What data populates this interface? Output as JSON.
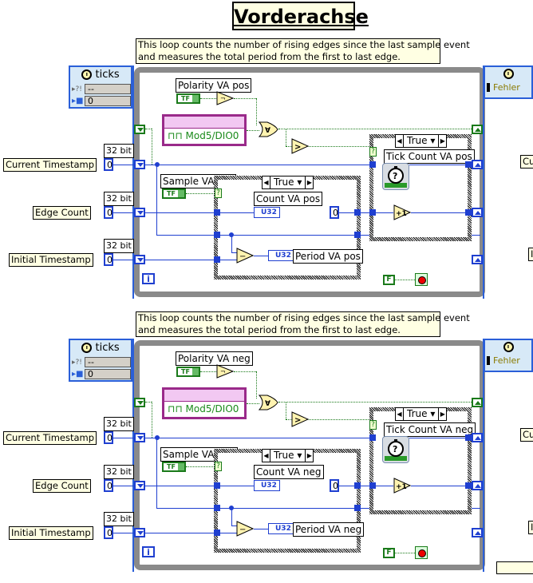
{
  "title": "Vorderachse",
  "loops": [
    {
      "comment_line1": "This loop counts the number of rising edges since the last sample event",
      "comment_line2": "and measures the total period from the first to last edge.",
      "timed_left": {
        "header": "ticks",
        "row1": "--",
        "row2": "0"
      },
      "timed_right": {
        "row1": "Fehler"
      },
      "polarity_label": "Polarity VA pos",
      "tf_constant": "TF",
      "daqmx_channel": "Mod5/DIO0",
      "sample_label": "Sample VA pos",
      "case_selector": "True",
      "count_label": "Count VA pos",
      "count_type": "U32",
      "count_const": "0",
      "period_label": "Period VA pos",
      "period_type": "U32",
      "tick_case_selector": "True",
      "tick_label": "Tick Count VA pos",
      "increment": "+1",
      "iteration": "i",
      "stop_const": "F",
      "inputs": [
        {
          "label": "Current Timestamp",
          "type": "32 bit",
          "value": "0"
        },
        {
          "label": "Edge Count",
          "type": "32 bit",
          "value": "0"
        },
        {
          "label": "Initial Timestamp",
          "type": "32 bit",
          "value": "0"
        }
      ],
      "right_cutoff_labels": [
        "Cu",
        "I"
      ]
    },
    {
      "comment_line1": "This loop counts the number of rising edges since the last sample event",
      "comment_line2": "and measures the total period from the first to last edge.",
      "timed_left": {
        "header": "ticks",
        "row1": "--",
        "row2": "0"
      },
      "timed_right": {
        "row1": "Fehler"
      },
      "polarity_label": "Polarity VA neg",
      "tf_constant": "TF",
      "daqmx_channel": "Mod5/DIO0",
      "sample_label": "Sample VA neg",
      "case_selector": "True",
      "count_label": "Count VA neg",
      "count_type": "U32",
      "count_const": "0",
      "period_label": "Period VA neg",
      "period_type": "U32",
      "tick_case_selector": "True",
      "tick_label": "Tick Count VA neg",
      "increment": "+1",
      "iteration": "i",
      "stop_const": "F",
      "inputs": [
        {
          "label": "Current Timestamp",
          "type": "32 bit",
          "value": "0"
        },
        {
          "label": "Edge Count",
          "type": "32 bit",
          "value": "0"
        },
        {
          "label": "Initial Timestamp",
          "type": "32 bit",
          "value": "0"
        }
      ],
      "right_cutoff_labels": [
        "Cu",
        "In"
      ]
    }
  ],
  "colors": {
    "wire_int": "#1f3fd0",
    "wire_bool": "#1a7a1a",
    "comment_bg": "#ffffe3",
    "daqmx": "#9a2a8a"
  }
}
